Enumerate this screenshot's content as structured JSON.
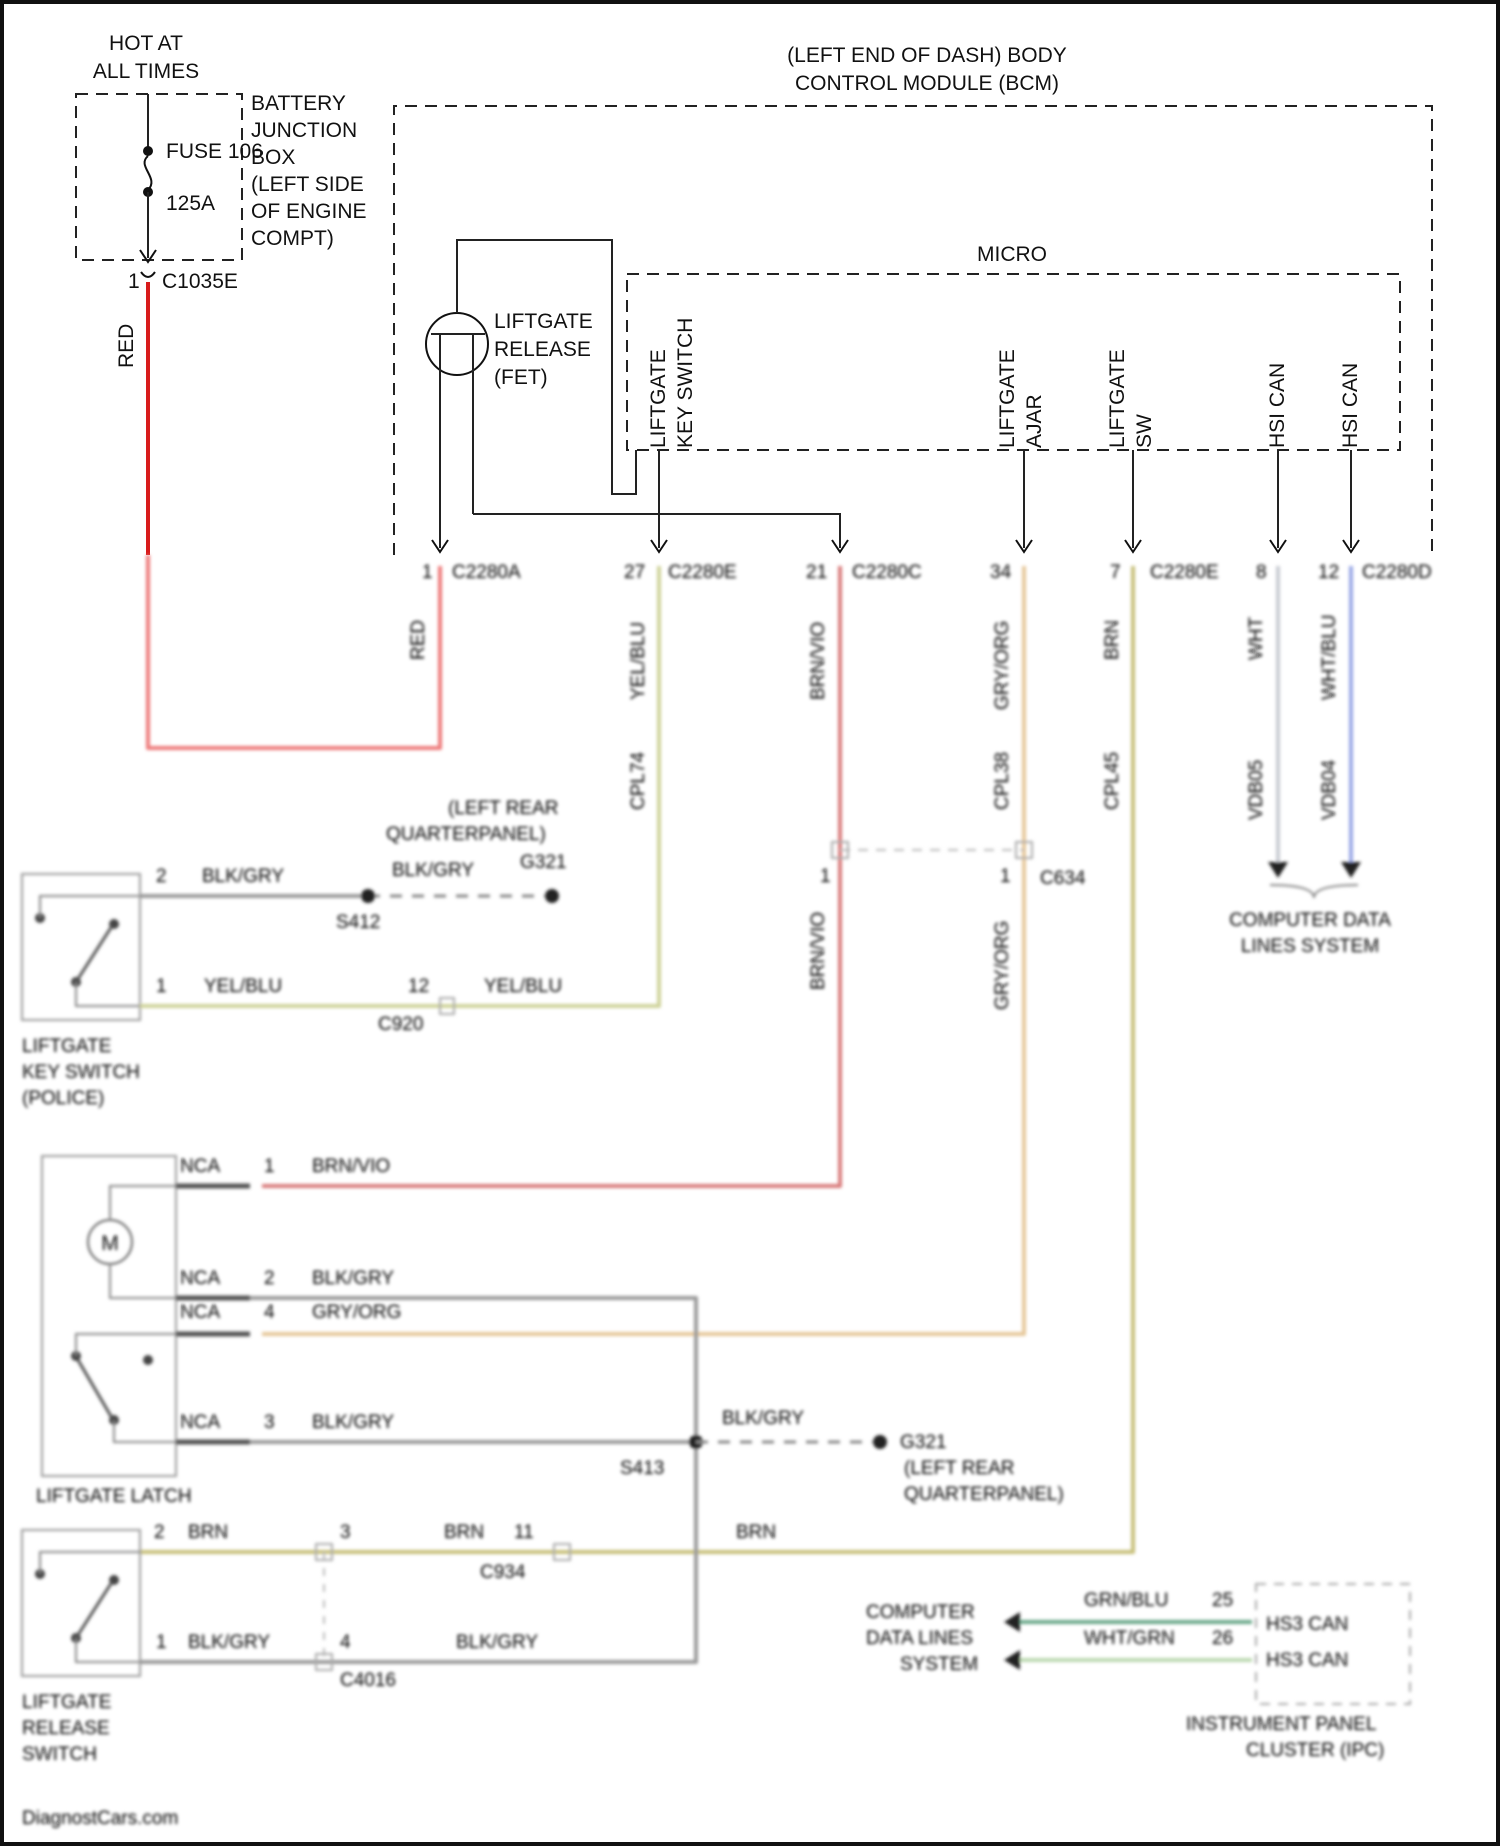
{
  "hot": {
    "line1": "HOT AT",
    "line2": "ALL TIMES"
  },
  "bjb": {
    "lines": [
      "BATTERY",
      "JUNCTION",
      "BOX",
      "(LEFT SIDE",
      "OF ENGINE",
      "COMPT)"
    ],
    "fuse_label": "FUSE 106",
    "fuse_rating": "125A",
    "pin": "1",
    "connector": "C1035E"
  },
  "bcm": {
    "line1": "(LEFT END OF DASH) BODY",
    "line2": "CONTROL MODULE (BCM)"
  },
  "micro": {
    "label": "MICRO"
  },
  "fet": {
    "line1": "LIFTGATE",
    "line2": "RELEASE",
    "line3": "(FET)"
  },
  "micro_signals": [
    {
      "line1": "LIFTGATE",
      "line2": "KEY SWITCH"
    },
    {
      "line1": "LIFTGATE",
      "line2": "AJAR"
    },
    {
      "line1": "LIFTGATE",
      "line2": "SW"
    },
    {
      "line1": "HSI CAN",
      "line2": ""
    },
    {
      "line1": "HSI CAN",
      "line2": ""
    }
  ],
  "bcm_pins": [
    {
      "pin": "1",
      "connector": "C2280A"
    },
    {
      "pin": "27",
      "connector": "C2280E"
    },
    {
      "pin": "21",
      "connector": "C2280C"
    },
    {
      "pin": "34",
      "connector": ""
    },
    {
      "pin": "7",
      "connector": "C2280E"
    },
    {
      "pin": "8",
      "connector": ""
    },
    {
      "pin": "12",
      "connector": "C2280D"
    }
  ],
  "wires": {
    "red": "RED",
    "red2": "RED",
    "yel_blu": "YEL/BLU",
    "brn_vio": "BRN/VIO",
    "gry_org": "GRY/ORG",
    "brn": "BRN",
    "wht": "WHT",
    "wht_blu": "WHT/BLU",
    "circuit_yel": "CPL74",
    "circuit_gry": "CPL38",
    "circuit_brn": "CPL45",
    "circuit_wht": "VDB05",
    "circuit_whtblu": "VDB04"
  },
  "splice_c": {
    "pin_left": "1",
    "pin_right": "1",
    "connector": "C634"
  },
  "data_lines_top": {
    "line1": "COMPUTER DATA",
    "line2": "LINES SYSTEM"
  },
  "ground_top": {
    "line1": "(LEFT REAR",
    "line2": "QUARTERPANEL)",
    "id": "G321",
    "wire": "BLK/GRY",
    "splice": "S412"
  },
  "key_switch": {
    "pin_top": "2",
    "wire_top": "BLK/GRY",
    "pin_bottom": "1",
    "wire_bottom": "YEL/BLU",
    "inline_pin": "12",
    "inline_wire": "YEL/BLU",
    "inline_conn": "C920",
    "line1": "LIFTGATE",
    "line2": "KEY SWITCH",
    "line3": "(POLICE)"
  },
  "latch": {
    "motor": "M",
    "pins": [
      {
        "nca": "NCA",
        "pin": "1",
        "wire": "BRN/VIO"
      },
      {
        "nca": "NCA",
        "pin": "2",
        "wire": "BLK/GRY"
      },
      {
        "nca": "NCA",
        "pin": "4",
        "wire": "GRY/ORG"
      },
      {
        "nca": "NCA",
        "pin": "3",
        "wire": "BLK/GRY"
      }
    ],
    "label": "LIFTGATE LATCH",
    "splice": "S413",
    "ground_wire": "BLK/GRY",
    "ground_id": "G321",
    "ground_line1": "(LEFT REAR",
    "ground_line2": "QUARTERPANEL)"
  },
  "release_switch": {
    "pin_top": "2",
    "wire_top": "BRN",
    "mid_pin": "3",
    "mid_wire": "BRN",
    "mid_pin2": "11",
    "mid_conn": "C934",
    "right_wire": "BRN",
    "pin_bottom": "1",
    "wire_bottom": "BLK/GRY",
    "bot_pin": "4",
    "bot_wire": "BLK/GRY",
    "bot_conn": "C4016",
    "line1": "LIFTGATE",
    "line2": "RELEASE",
    "line3": "SWITCH"
  },
  "ipc": {
    "data_line1": "COMPUTER",
    "data_line2": "DATA LINES",
    "data_line3": "SYSTEM",
    "wire1": "GRN/BLU",
    "pin1": "25",
    "sig1": "HS3 CAN",
    "wire2": "WHT/GRN",
    "pin2": "26",
    "sig2": "HS3 CAN",
    "line1": "INSTRUMENT PANEL",
    "line2": "CLUSTER (IPC)"
  },
  "watermark": "DiagnostCars.com",
  "colors": {
    "red": "#d81b1b",
    "red_soft": "#ee7a7a",
    "yellow": "#cfd39a",
    "brn_vio": "#d97b7b",
    "gry_org": "#e6c79a",
    "brn": "#c7c07a",
    "wht": "#c8cbd2",
    "wht_blu": "#9aa8e6",
    "blk_gry": "#9a9a9a",
    "grn_blu": "#6aa88a",
    "wht_grn": "#bcd9b0"
  }
}
